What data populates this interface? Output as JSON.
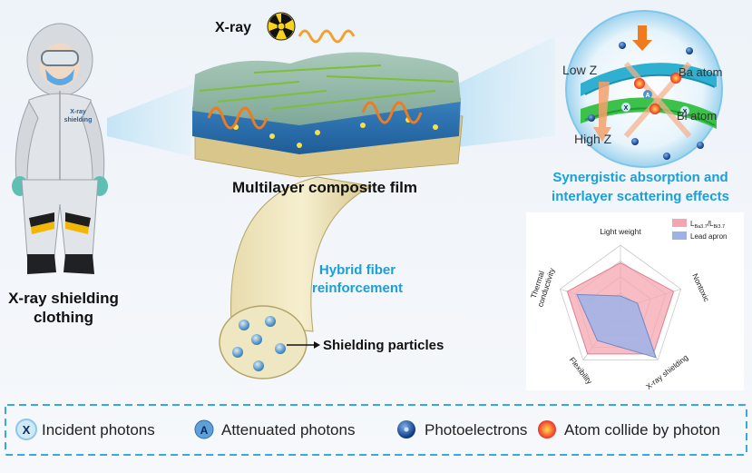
{
  "labels": {
    "xray": "X-ray",
    "suit_badge_1": "X-ray",
    "suit_badge_2": "shielding",
    "clothing_line1": "X-ray shielding",
    "clothing_line2": "clothing",
    "film": "Multilayer composite film",
    "fiber_line1": "Hybrid fiber",
    "fiber_line2": "reinforcement",
    "particles": "Shielding particles",
    "low_z": "Low Z",
    "high_z": "High Z",
    "ba_atom": "Ba atom",
    "bi_atom": "Bi atom",
    "synergy_line1": "Synergistic absorption and",
    "synergy_line2": "interlayer scattering effects"
  },
  "radar": {
    "axes": [
      "Light weight",
      "Nontoxic",
      "X-ray shielding",
      "Flexibility",
      "Thermal conductivity"
    ],
    "legend": [
      {
        "main": "L",
        "sub1": "Ba3.7",
        "sep": "/L",
        "sub2": "Bi3.7",
        "color": "#f4a6b0"
      },
      {
        "main": "Lead apron",
        "color": "#9db3e8"
      }
    ],
    "series": [
      {
        "color": "#f4a6b0",
        "values": [
          0.72,
          0.88,
          0.88,
          0.88,
          0.88
        ]
      },
      {
        "color": "#9db3e8",
        "values": [
          0.2,
          0.28,
          0.95,
          0.62,
          0.72
        ]
      }
    ]
  },
  "legend": [
    {
      "icon": "incident-photon-icon",
      "glyph": "X",
      "label": "Incident photons"
    },
    {
      "icon": "attenuated-photon-icon",
      "glyph": "A",
      "label": "Attenuated photons"
    },
    {
      "icon": "photoelectron-icon",
      "glyph": "",
      "label": "Photoelectrons"
    },
    {
      "icon": "atom-collision-icon",
      "glyph": "",
      "label": "Atom collide by photon"
    }
  ]
}
